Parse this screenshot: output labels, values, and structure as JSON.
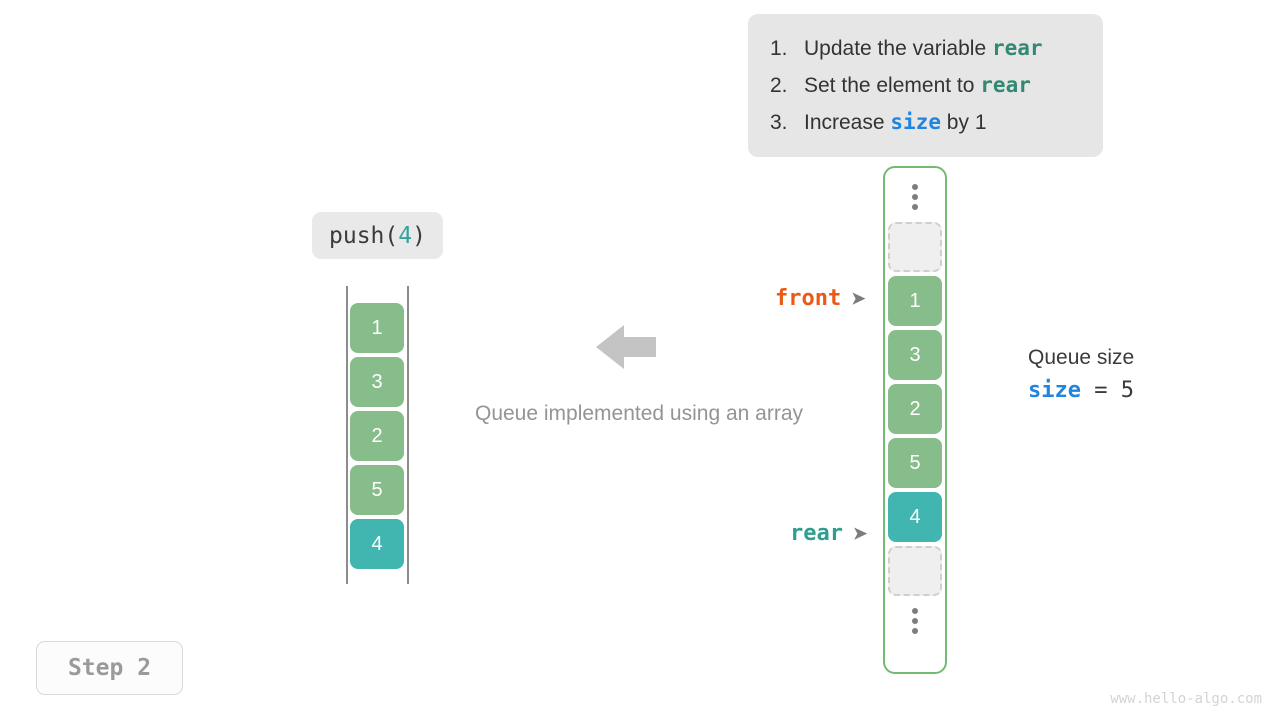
{
  "colors": {
    "green_cell": "#86bd8a",
    "teal_cell": "#41b5b0",
    "column_border": "#72bb72",
    "front_label": "#ea5a14",
    "rear_label": "#2f9e8f",
    "size_keyword": "#1f85de",
    "rear_keyword": "#338873",
    "caption_text": "#949494",
    "card_background": "#e6e6e6",
    "arrow_gray": "#c4c4c4"
  },
  "instructions": {
    "items": [
      {
        "number": "1.",
        "before": "Update the variable ",
        "keyword": "rear",
        "after": "",
        "keyword_kind": "rear"
      },
      {
        "number": "2.",
        "before": "Set the element to ",
        "keyword": "rear",
        "after": "",
        "keyword_kind": "rear"
      },
      {
        "number": "3.",
        "before": "Increase ",
        "keyword": "size",
        "after": " by 1",
        "keyword_kind": "size"
      }
    ]
  },
  "operation": {
    "label_prefix": "push(",
    "label_value": "4",
    "label_suffix": ")"
  },
  "logical_queue": {
    "cells": [
      {
        "value": "1",
        "kind": "green"
      },
      {
        "value": "3",
        "kind": "green"
      },
      {
        "value": "2",
        "kind": "green"
      },
      {
        "value": "5",
        "kind": "green"
      },
      {
        "value": "4",
        "kind": "teal"
      }
    ]
  },
  "caption": {
    "text": "Queue implemented using an array"
  },
  "pointers": {
    "front": {
      "label": "front",
      "arrow": "➤"
    },
    "rear": {
      "label": "rear",
      "arrow": "➤"
    }
  },
  "array_column": {
    "slots": [
      {
        "kind": "ellipsis",
        "value": ""
      },
      {
        "kind": "empty",
        "value": ""
      },
      {
        "kind": "green",
        "value": "1"
      },
      {
        "kind": "green",
        "value": "3"
      },
      {
        "kind": "green",
        "value": "2"
      },
      {
        "kind": "green",
        "value": "5"
      },
      {
        "kind": "teal",
        "value": "4"
      },
      {
        "kind": "empty",
        "value": ""
      },
      {
        "kind": "ellipsis",
        "value": ""
      }
    ]
  },
  "queue_size": {
    "title": "Queue size",
    "variable": "size",
    "operator": " = ",
    "value": "5"
  },
  "step_badge": {
    "text": "Step 2"
  },
  "watermark": {
    "text": "www.hello-algo.com"
  }
}
